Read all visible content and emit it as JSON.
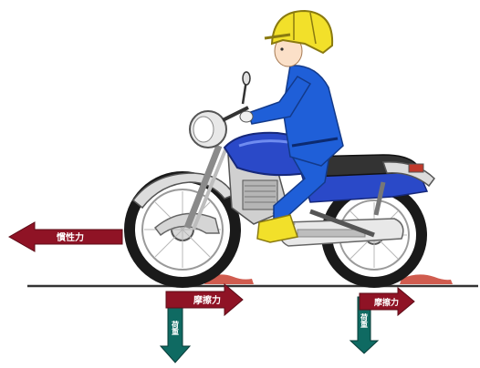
{
  "diagram": {
    "forces": {
      "inertia": "慣性力",
      "friction_front": "摩擦力",
      "friction_rear": "摩擦力",
      "load_front": "荷重",
      "load_rear": "荷重"
    }
  },
  "colors": {
    "force_arrow": "#8f1325",
    "load_arrow": "#0f6a62",
    "rider_suit": "#1f5fd8",
    "helmet": "#f2e02a",
    "bike_tank": "#2a49c8",
    "ground": "#333333",
    "tire_mark": "#c84030"
  }
}
